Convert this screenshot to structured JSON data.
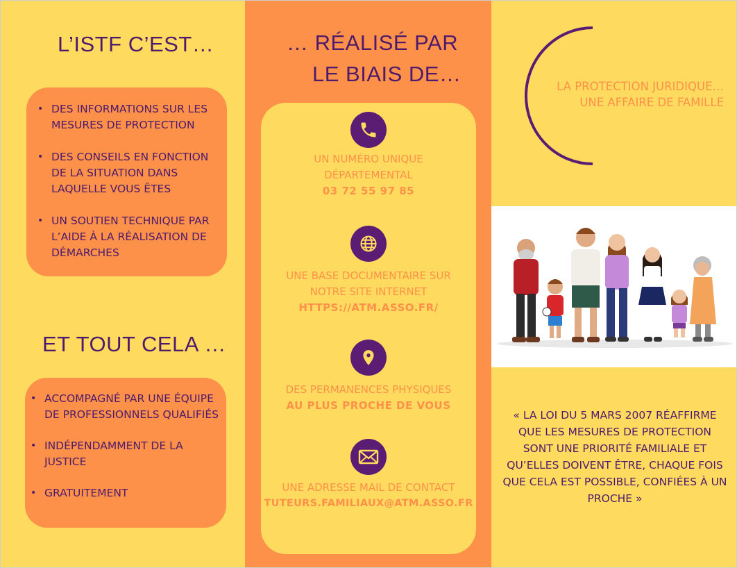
{
  "left": {
    "heading1": "L’ISTF C’EST…",
    "items1": [
      " DES INFORMATIONS SUR LES MESURES DE PROTECTION",
      " DES CONSEILS EN FONCTION DE LA SITUATION DANS LAQUELLE VOUS ÊTES",
      "UN SOUTIEN TECHNIQUE PAR L’AIDE À LA RÉALISATION DE DÉMARCHES"
    ],
    "heading2": "ET TOUT CELA …",
    "items2": [
      "ACCOMPAGNÉ PAR UNE ÉQUIPE DE PROFESSIONNELS QUALIFIÉS",
      "INDÉPENDAMMENT DE LA JUSTICE",
      "GRATUITEMENT"
    ]
  },
  "middle": {
    "heading_line1": "… RÉALISÉ PAR",
    "heading_line2": "LE BIAIS DE…",
    "features": [
      {
        "icon": "phone-icon",
        "text_line1": "UN NUMÉRO UNIQUE",
        "text_line2": "DÉPARTEMENTAL",
        "bold": "03 72 55 97 85"
      },
      {
        "icon": "globe-icon",
        "text_line1": "UNE BASE DOCUMENTAIRE SUR",
        "text_line2": "NOTRE SITE INTERNET",
        "bold": "HTTPS://ATM.ASSO.FR/"
      },
      {
        "icon": "location-pin-icon",
        "text_line1": "DES PERMANENCES PHYSIQUES",
        "text_line2": "",
        "bold": "AU PLUS PROCHE DE VOUS"
      },
      {
        "icon": "envelope-icon",
        "text_line1": "UNE ADRESSE MAIL DE CONTACT",
        "text_line2": "",
        "bold": "TUTEURS.FAMILIAUX@ATM.ASSO.FR"
      }
    ]
  },
  "right": {
    "tagline_line1": "LA PROTECTION JURIDIQUE…",
    "tagline_line2": "UNE AFFAIRE DE FAMILLE",
    "illustration": "family-illustration",
    "quote": "« LA LOI DU 5 MARS 2007 RÉAFFIRME QUE LES MESURES DE PROTECTION SONT UNE PRIORITÉ FAMILIALE ET QU’ELLES DOIVENT ÊTRE, CHAQUE FOIS QUE CELA EST POSSIBLE, CONFIÉES À UN PROCHE »"
  },
  "colors": {
    "yellow": "#fedb5f",
    "orange": "#fd9149",
    "purple": "#4e1a6b",
    "icon_purple": "#5a1d73"
  }
}
